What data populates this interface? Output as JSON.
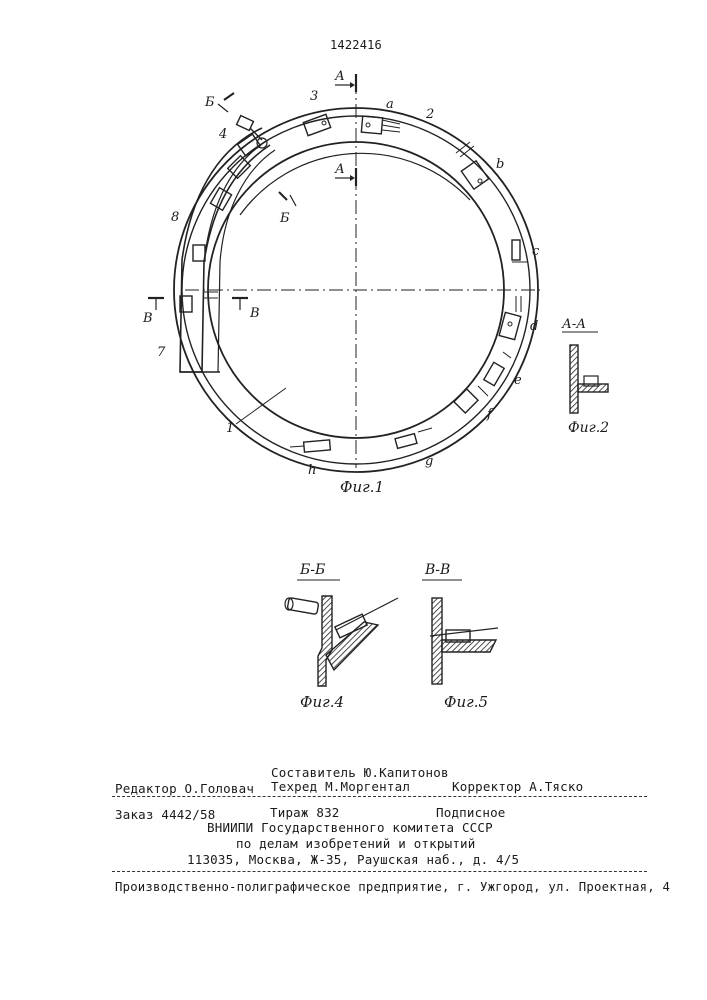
{
  "patent_number": "1422416",
  "fig1": {
    "caption": "Фиг.1",
    "section_marks": [
      "А",
      "А",
      "Б",
      "Б",
      "В",
      "В"
    ],
    "position_letters": [
      "а",
      "b",
      "с",
      "d",
      "е",
      "f",
      "g",
      "h"
    ],
    "reference_numerals": [
      "1",
      "2",
      "3",
      "4",
      "7",
      "8"
    ]
  },
  "fig2": {
    "section_title": "А-А",
    "caption": "Фиг.2"
  },
  "fig4": {
    "section_title": "Б-Б",
    "caption": "Фиг.4"
  },
  "fig5": {
    "section_title": "В-В",
    "caption": "Фиг.5"
  },
  "colophon": {
    "compiler": "Составитель Ю.Капитонов",
    "editor": "Редактор О.Головач",
    "techred": "Техред М.Моргентал",
    "corrector": "Корректор А.Тяско",
    "order": "Заказ 4442/58",
    "circulation": "Тираж 832",
    "subscription": "Подписное",
    "institute_line1": "ВНИИПИ Государственного комитета СССР",
    "institute_line2": "по делам изобретений и открытий",
    "address": "113035, Москва, Ж-35, Раушская наб., д. 4/5",
    "printer": "Производственно-полиграфическое предприятие, г. Ужгород, ул. Проектная, 4"
  }
}
